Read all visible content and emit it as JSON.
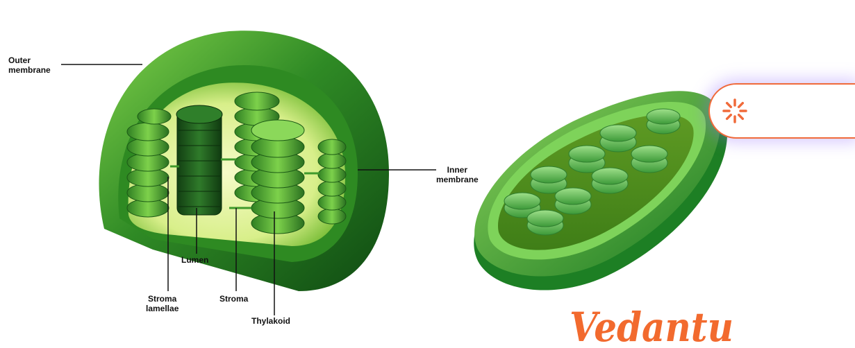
{
  "labels": {
    "outer_membrane": [
      "Outer",
      "membrane"
    ],
    "inner_membrane": [
      "Inner",
      "membrane"
    ],
    "lumen": "Lumen",
    "stroma_lamellae": [
      "Stroma",
      "lamellae"
    ],
    "stroma": "Stroma",
    "thylakoid": "Thylakoid"
  },
  "brand": {
    "logo_text": "Vedantu",
    "color": "#f26a2e"
  },
  "colors": {
    "dark_green": "#1f6b1a",
    "mid_green": "#3f9a2c",
    "light_green": "#8cd45a",
    "pale_yellow": "#eef7b0",
    "accent_orange": "#f06a3a"
  },
  "icons": {
    "loading": "loading-spinner-icon"
  }
}
